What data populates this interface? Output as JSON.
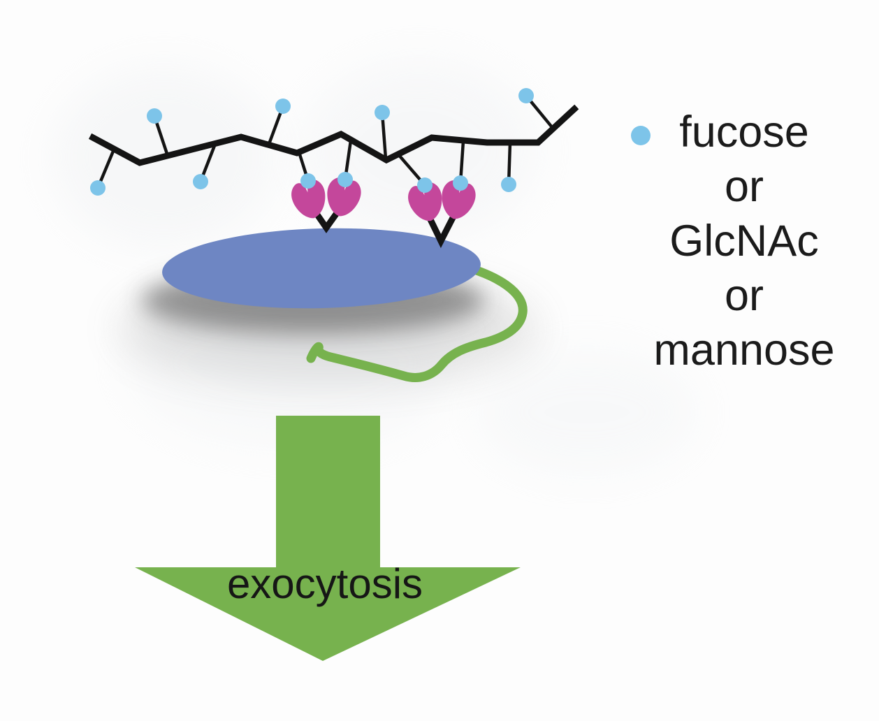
{
  "legend": {
    "marker_icon": "sugar-dot-icon",
    "marker_color": "#7dc4e9",
    "lines": [
      "fucose",
      "or",
      "GlcNAc",
      "or",
      "mannose"
    ]
  },
  "labels": {
    "arrow_label": "exocytosis"
  },
  "palette": {
    "sugar_blue": "#7dc4e9",
    "vesicle_blue": "#6e86c3",
    "lectin_pink": "#c4479b",
    "green": "#77b24e",
    "chain_black": "#141414",
    "text": "#1b1b1b",
    "shadow_gray": "#3f3f3f"
  },
  "icons": {
    "glycan_chain": "zigzag-black-polyline",
    "sugar_residue": "light-blue-circle",
    "lectin": "pink-tulip-flower",
    "vesicle": "blue-ellipse",
    "tail": "green-squiggle",
    "exocytosis_arrow": "green-down-block-arrow"
  }
}
